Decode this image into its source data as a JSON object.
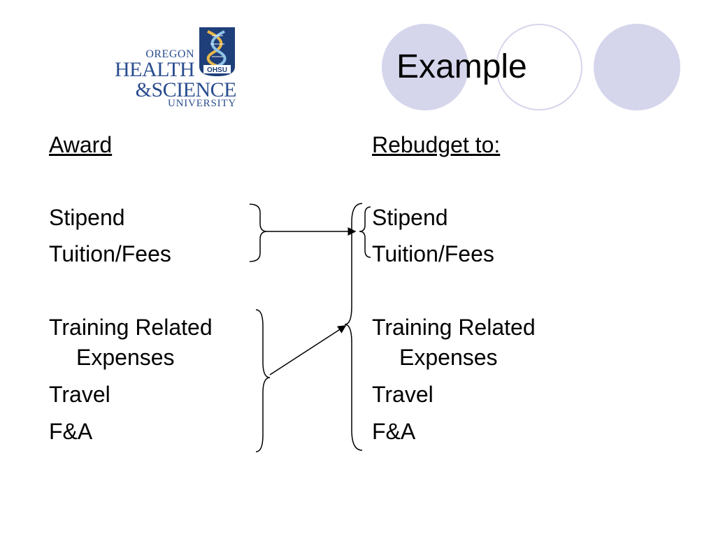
{
  "slide": {
    "title": "Example"
  },
  "logo": {
    "line1": "OREGON",
    "line2": "HEALTH",
    "line3": "&SCIENCE",
    "line4": "UNIVERSITY",
    "badge": "OHSU",
    "brand_color": "#2a4d8f"
  },
  "left_column": {
    "heading": "Award",
    "items": [
      "Stipend",
      "Tuition/Fees",
      "Training Related",
      "Expenses",
      "Travel",
      "F&A"
    ]
  },
  "right_column": {
    "heading": "Rebudget to:",
    "items": [
      "Stipend",
      "Tuition/Fees",
      "Training Related",
      "Expenses",
      "Travel",
      "F&A"
    ]
  },
  "theme": {
    "circle_fill": "#d5d5ec",
    "text_color": "#000000"
  }
}
